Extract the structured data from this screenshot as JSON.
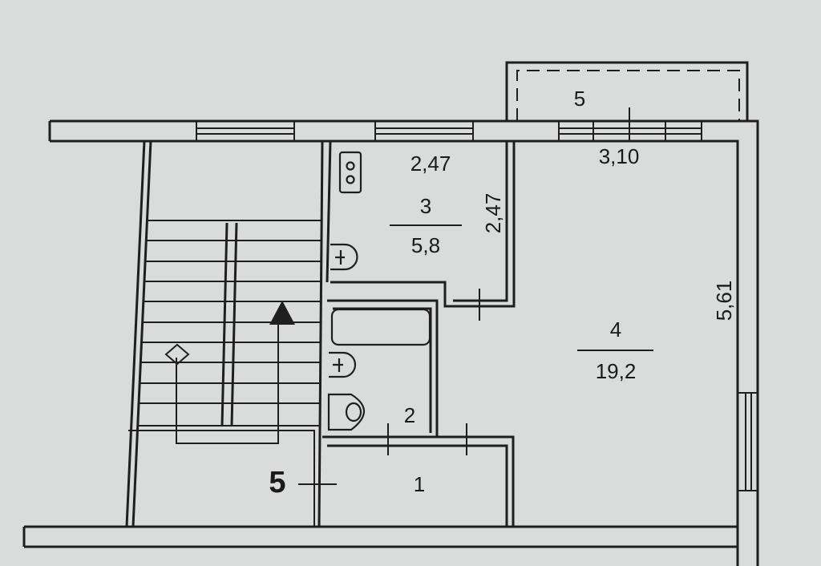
{
  "plan": {
    "colors": {
      "paper": "#d9dcdb",
      "ink": "#1f1f1f"
    },
    "rooms": [
      {
        "id": "r1",
        "number": "1"
      },
      {
        "id": "r2",
        "number": "2"
      },
      {
        "id": "r3",
        "number": "3",
        "area": "5,8"
      },
      {
        "id": "r4",
        "number": "4",
        "area": "19,2"
      },
      {
        "id": "r5",
        "number": "5"
      }
    ],
    "dimensions": {
      "kitchen_width": "2,47",
      "kitchen_depth": "2,47",
      "room_width": "3,10",
      "room_depth": "5,61"
    },
    "stair_label": "5"
  }
}
